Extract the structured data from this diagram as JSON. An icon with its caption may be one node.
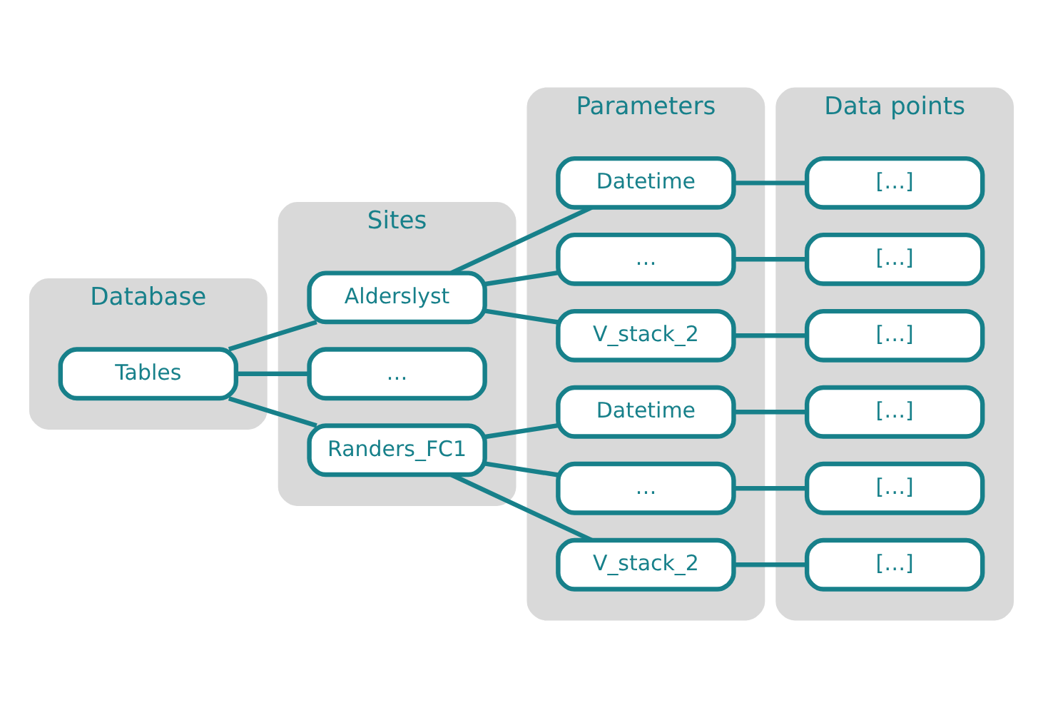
{
  "diagram": {
    "nodes": [
      {
        "text": [
          "Database"
        ]
      },
      {
        "text": [
          "Tables"
        ],
        "in": 0
      },
      {
        "text": [
          "Sites"
        ]
      },
      {
        "text": [
          "Alderslyst"
        ],
        "in": 2
      },
      {
        "text": [
          "…"
        ],
        "in": 2
      },
      {
        "text": [
          "Randers_FC1"
        ],
        "in": 2
      },
      {
        "text": [
          "Parameters"
        ]
      },
      {
        "text": [
          "Datetime"
        ],
        "in": 6
      },
      {
        "text": [
          "…"
        ],
        "in": 6
      },
      {
        "text": [
          "V_stack_2"
        ],
        "in": 6
      },
      {
        "text": [
          "Datetime"
        ],
        "in": 6
      },
      {
        "text": [
          "…"
        ],
        "in": 6
      },
      {
        "text": [
          "V_stack_2"
        ],
        "in": 6
      },
      {
        "text": [
          "Data points"
        ]
      },
      {
        "text": [
          "[…]"
        ],
        "in": 13
      },
      {
        "text": [
          "[…]"
        ],
        "in": 13
      },
      {
        "text": [
          "[…]"
        ],
        "in": 13
      },
      {
        "text": [
          "[…]"
        ],
        "in": 13
      },
      {
        "text": [
          "[…]"
        ],
        "in": 13
      },
      {
        "text": [
          "[…]"
        ],
        "in": 13
      }
    ],
    "edges": [
      {
        "from": 1,
        "to": 3,
        "arrow": "none"
      },
      {
        "from": 1,
        "to": 4,
        "arrow": "none"
      },
      {
        "from": 1,
        "to": 5,
        "arrow": "none"
      },
      {
        "from": 3,
        "to": 7,
        "arrow": "none"
      },
      {
        "from": 3,
        "to": 8,
        "arrow": "none"
      },
      {
        "from": 3,
        "to": 9,
        "arrow": "none"
      },
      {
        "from": 5,
        "to": 10,
        "arrow": "none"
      },
      {
        "from": 5,
        "to": 11,
        "arrow": "none"
      },
      {
        "from": 5,
        "to": 12,
        "arrow": "none"
      },
      {
        "from": 7,
        "to": 14,
        "arrow": "none"
      },
      {
        "from": 8,
        "to": 15,
        "arrow": "none"
      },
      {
        "from": 9,
        "to": 16,
        "arrow": "none"
      },
      {
        "from": 10,
        "to": 17,
        "arrow": "none"
      },
      {
        "from": 11,
        "to": 18,
        "arrow": "none"
      },
      {
        "from": 12,
        "to": 19,
        "arrow": "none"
      }
    ]
  }
}
